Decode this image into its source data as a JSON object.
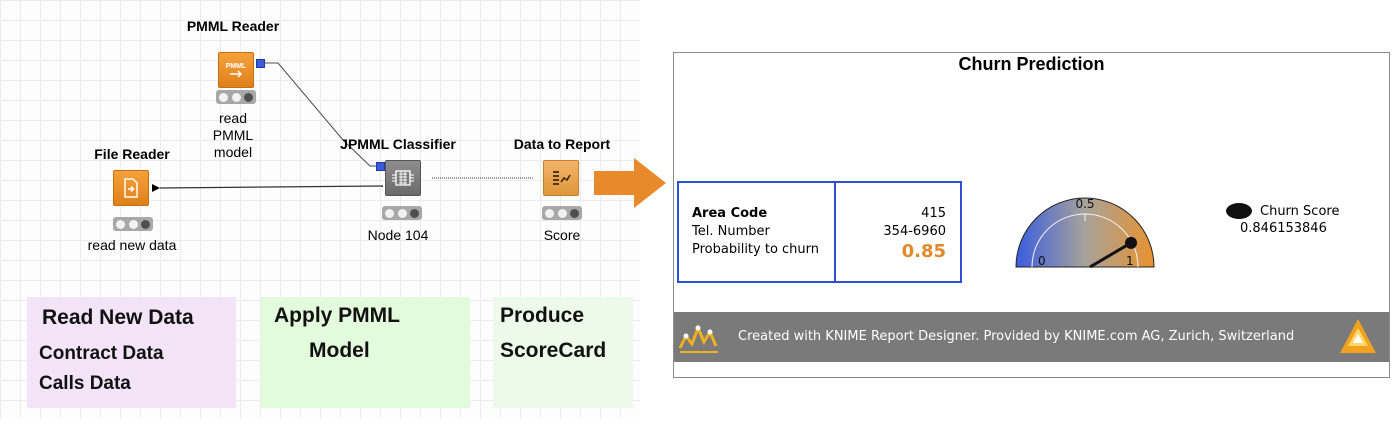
{
  "workflow": {
    "nodes": {
      "pmml_reader": {
        "title": "PMML Reader",
        "icon": "pmml-reader-icon",
        "icon_text": "PMML",
        "label_lines": [
          "read",
          "PMML",
          "model"
        ]
      },
      "file_reader": {
        "title": "File Reader",
        "icon": "file-reader-icon",
        "label": "read new data"
      },
      "jpmml_classifier": {
        "title": "JPMML Classifier",
        "icon": "classifier-icon",
        "label": "Node 104"
      },
      "data_to_report": {
        "title": "Data to Report",
        "icon": "data-to-report-icon",
        "label": "Score"
      }
    },
    "annotations": {
      "read": {
        "line1": "Read New Data",
        "line2": "Contract Data",
        "line3": "Calls Data",
        "color": "#f3e4f8"
      },
      "apply": {
        "line1": "Apply PMML",
        "line2": "Model",
        "color": "#e4fadc"
      },
      "produce": {
        "line1": "Produce",
        "line2": "ScoreCard",
        "color": "#eefae9"
      }
    }
  },
  "report": {
    "title": "Churn Prediction",
    "labels": {
      "area_code": "Area Code",
      "tel_number": "Tel. Number",
      "probability": "Probability to churn"
    },
    "values": {
      "area_code": "415",
      "tel_number": "354-6960",
      "probability": "0.85"
    },
    "gauge": {
      "min": "0",
      "mid": "0.5",
      "max": "1",
      "value": 0.846153846
    },
    "legend": {
      "label": "Churn Score",
      "value": "0.846153846"
    },
    "footer": "Created with KNIME Report Designer. Provided by KNIME.com AG, Zurich, Switzerland",
    "colors": {
      "accent_orange": "#e08a2a",
      "box_blue": "#2f4fd8",
      "footer_gray": "#7a7a7a"
    }
  }
}
